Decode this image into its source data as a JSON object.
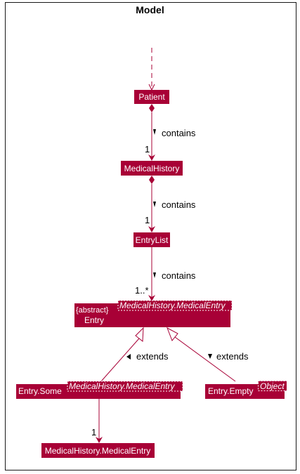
{
  "title": "Model",
  "classes": {
    "patient": "Patient",
    "medical_history": "MedicalHistory",
    "entry_list": "EntryList",
    "entry": {
      "stereotype": "{abstract}",
      "name": "Entry",
      "template": "MedicalHistory.MedicalEntry"
    },
    "entry_some": {
      "name": "Entry.Some",
      "template": "MedicalHistory.MedicalEntry"
    },
    "entry_empty": {
      "name": "Entry.Empty",
      "template": "Object"
    },
    "medical_entry": "MedicalHistory.MedicalEntry"
  },
  "relations": {
    "patient_history": {
      "label": "contains",
      "multiplicity": "1"
    },
    "history_list": {
      "label": "contains",
      "multiplicity": "1"
    },
    "list_entry": {
      "label": "contains",
      "multiplicity": "1..*"
    },
    "some_extends": {
      "label": "extends"
    },
    "empty_extends": {
      "label": "extends"
    },
    "some_medical": {
      "multiplicity": "1"
    }
  },
  "colors": {
    "class_fill": "#A80036",
    "line": "#A80036",
    "text_on_class": "#FFFFFF"
  }
}
